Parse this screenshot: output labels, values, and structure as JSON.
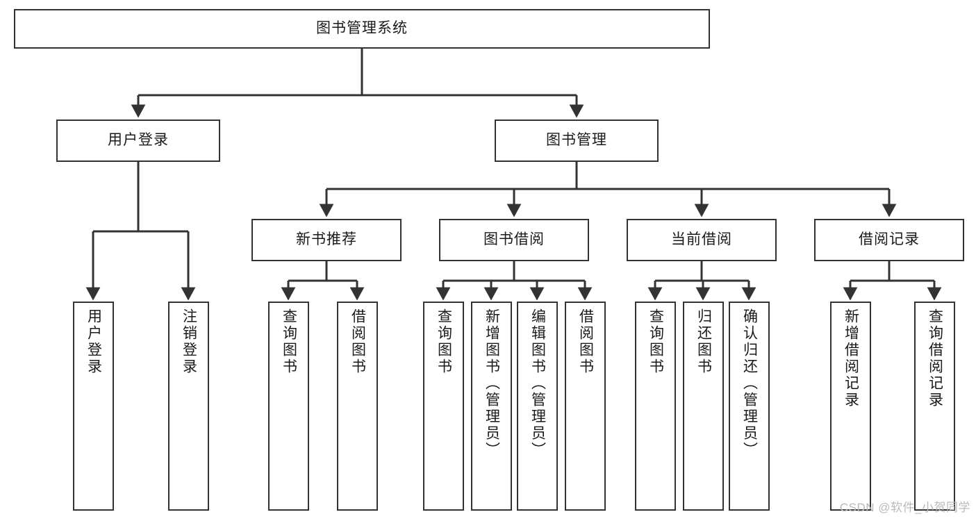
{
  "diagram": {
    "title_text": "图书管理系统",
    "watermark": "CSDN @软件_小贺同学",
    "colors": {
      "stroke": "#333333",
      "fill": "#ffffff",
      "text": "#1a1a1a",
      "watermark": "#b9b9b9"
    },
    "nodes": {
      "root": {
        "label": "图书管理系统"
      },
      "level1": [
        {
          "id": "user-login",
          "label": "用户登录"
        },
        {
          "id": "book-manage",
          "label": "图书管理"
        }
      ],
      "level2": [
        {
          "id": "new-book-recommend",
          "label": "新书推荐"
        },
        {
          "id": "book-borrow",
          "label": "图书借阅"
        },
        {
          "id": "current-borrow",
          "label": "当前借阅"
        },
        {
          "id": "borrow-record",
          "label": "借阅记录"
        }
      ],
      "leaves": {
        "user_login": [
          {
            "id": "leaf-user-login",
            "label": "用户登录"
          },
          {
            "id": "leaf-logout-login",
            "label": "注销登录"
          }
        ],
        "new_book_recommend": [
          {
            "id": "leaf-query-book-1",
            "label": "查询图书"
          },
          {
            "id": "leaf-borrow-book-1",
            "label": "借阅图书"
          }
        ],
        "book_borrow": [
          {
            "id": "leaf-query-book-2",
            "label": "查询图书"
          },
          {
            "id": "leaf-add-book",
            "label": "新增图书（管理员）"
          },
          {
            "id": "leaf-edit-book",
            "label": "编辑图书（管理员）"
          },
          {
            "id": "leaf-borrow-book-2",
            "label": "借阅图书"
          }
        ],
        "current_borrow": [
          {
            "id": "leaf-query-book-3",
            "label": "查询图书"
          },
          {
            "id": "leaf-return-book",
            "label": "归还图书"
          },
          {
            "id": "leaf-confirm-return",
            "label": "确认归还（管理员）"
          }
        ],
        "borrow_record": [
          {
            "id": "leaf-add-record",
            "label": "新增借阅记录"
          },
          {
            "id": "leaf-query-record",
            "label": "查询借阅记录"
          }
        ]
      }
    }
  }
}
